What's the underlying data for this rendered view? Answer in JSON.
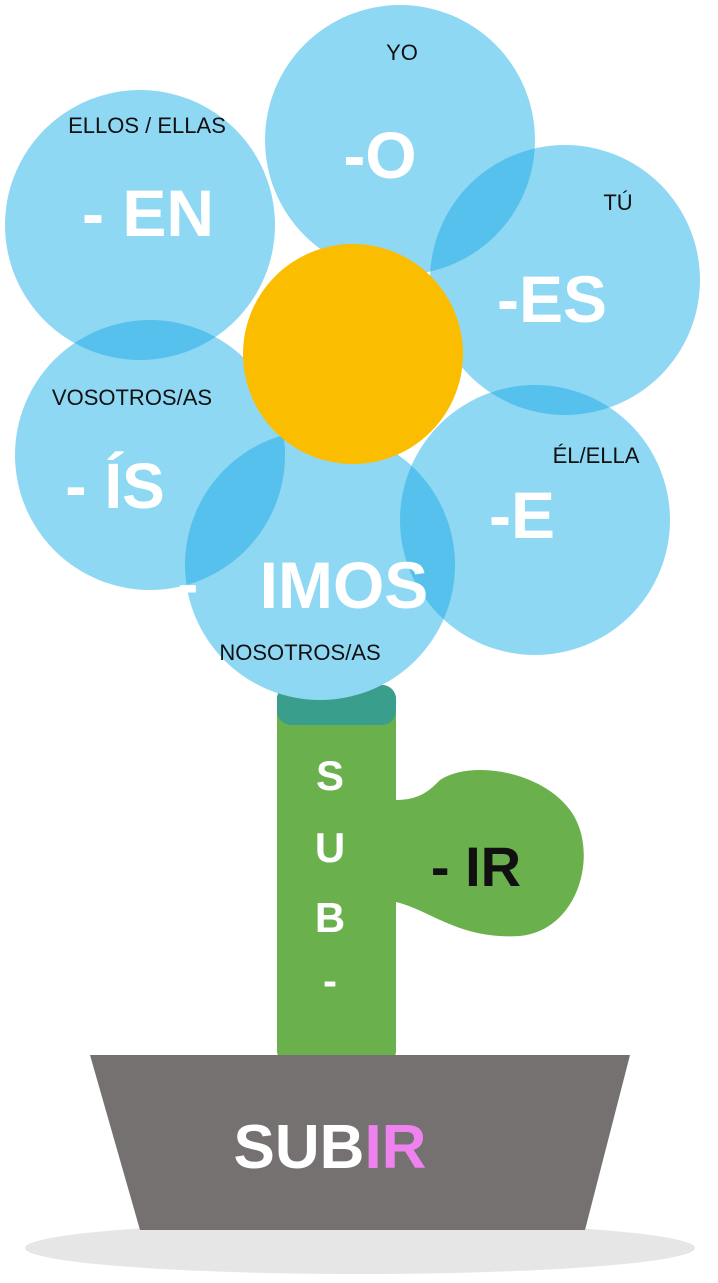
{
  "colors": {
    "petal": "#8fd8f4",
    "petal_overlap": "#56c1ec",
    "center": "#fbbd00",
    "stem": "#6ab04c",
    "stem_top": "#3a9e8c",
    "pot": "#757171",
    "shadow": "#e6e6e6",
    "verb_ending_highlight": "#ee82ee"
  },
  "petals": [
    {
      "pronoun": "YO",
      "ending": "-O"
    },
    {
      "pronoun": "TÚ",
      "ending": "-ES"
    },
    {
      "pronoun": "ÉL/ELLA",
      "ending": "-E"
    },
    {
      "pronoun": "NOSOTROS/AS",
      "ending_dash": "-",
      "ending": "IMOS"
    },
    {
      "pronoun": "VOSOTROS/AS",
      "ending": "- ÍS"
    },
    {
      "pronoun": "ELLOS / ELLAS",
      "ending": "- EN"
    }
  ],
  "stem": {
    "letters": [
      "S",
      "U",
      "B",
      "-"
    ]
  },
  "leaf": {
    "text": "- IR"
  },
  "pot": {
    "stem_text": "SUB",
    "ending_text": "IR"
  }
}
